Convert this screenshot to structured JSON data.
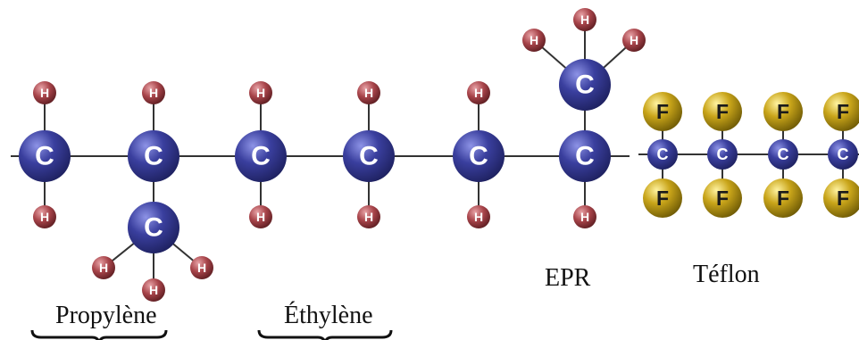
{
  "labels": {
    "propylene": "Propylène",
    "ethylene": "Éthylène",
    "epr": "EPR",
    "teflon": "Téflon"
  },
  "atoms": {
    "carbon": "C",
    "hydrogen": "H",
    "fluorine": "F"
  },
  "colors": {
    "carbon": "#3a3f9e",
    "hydrogen": "#a8444a",
    "fluorine": "#c9a51a",
    "bond": "#333333"
  }
}
